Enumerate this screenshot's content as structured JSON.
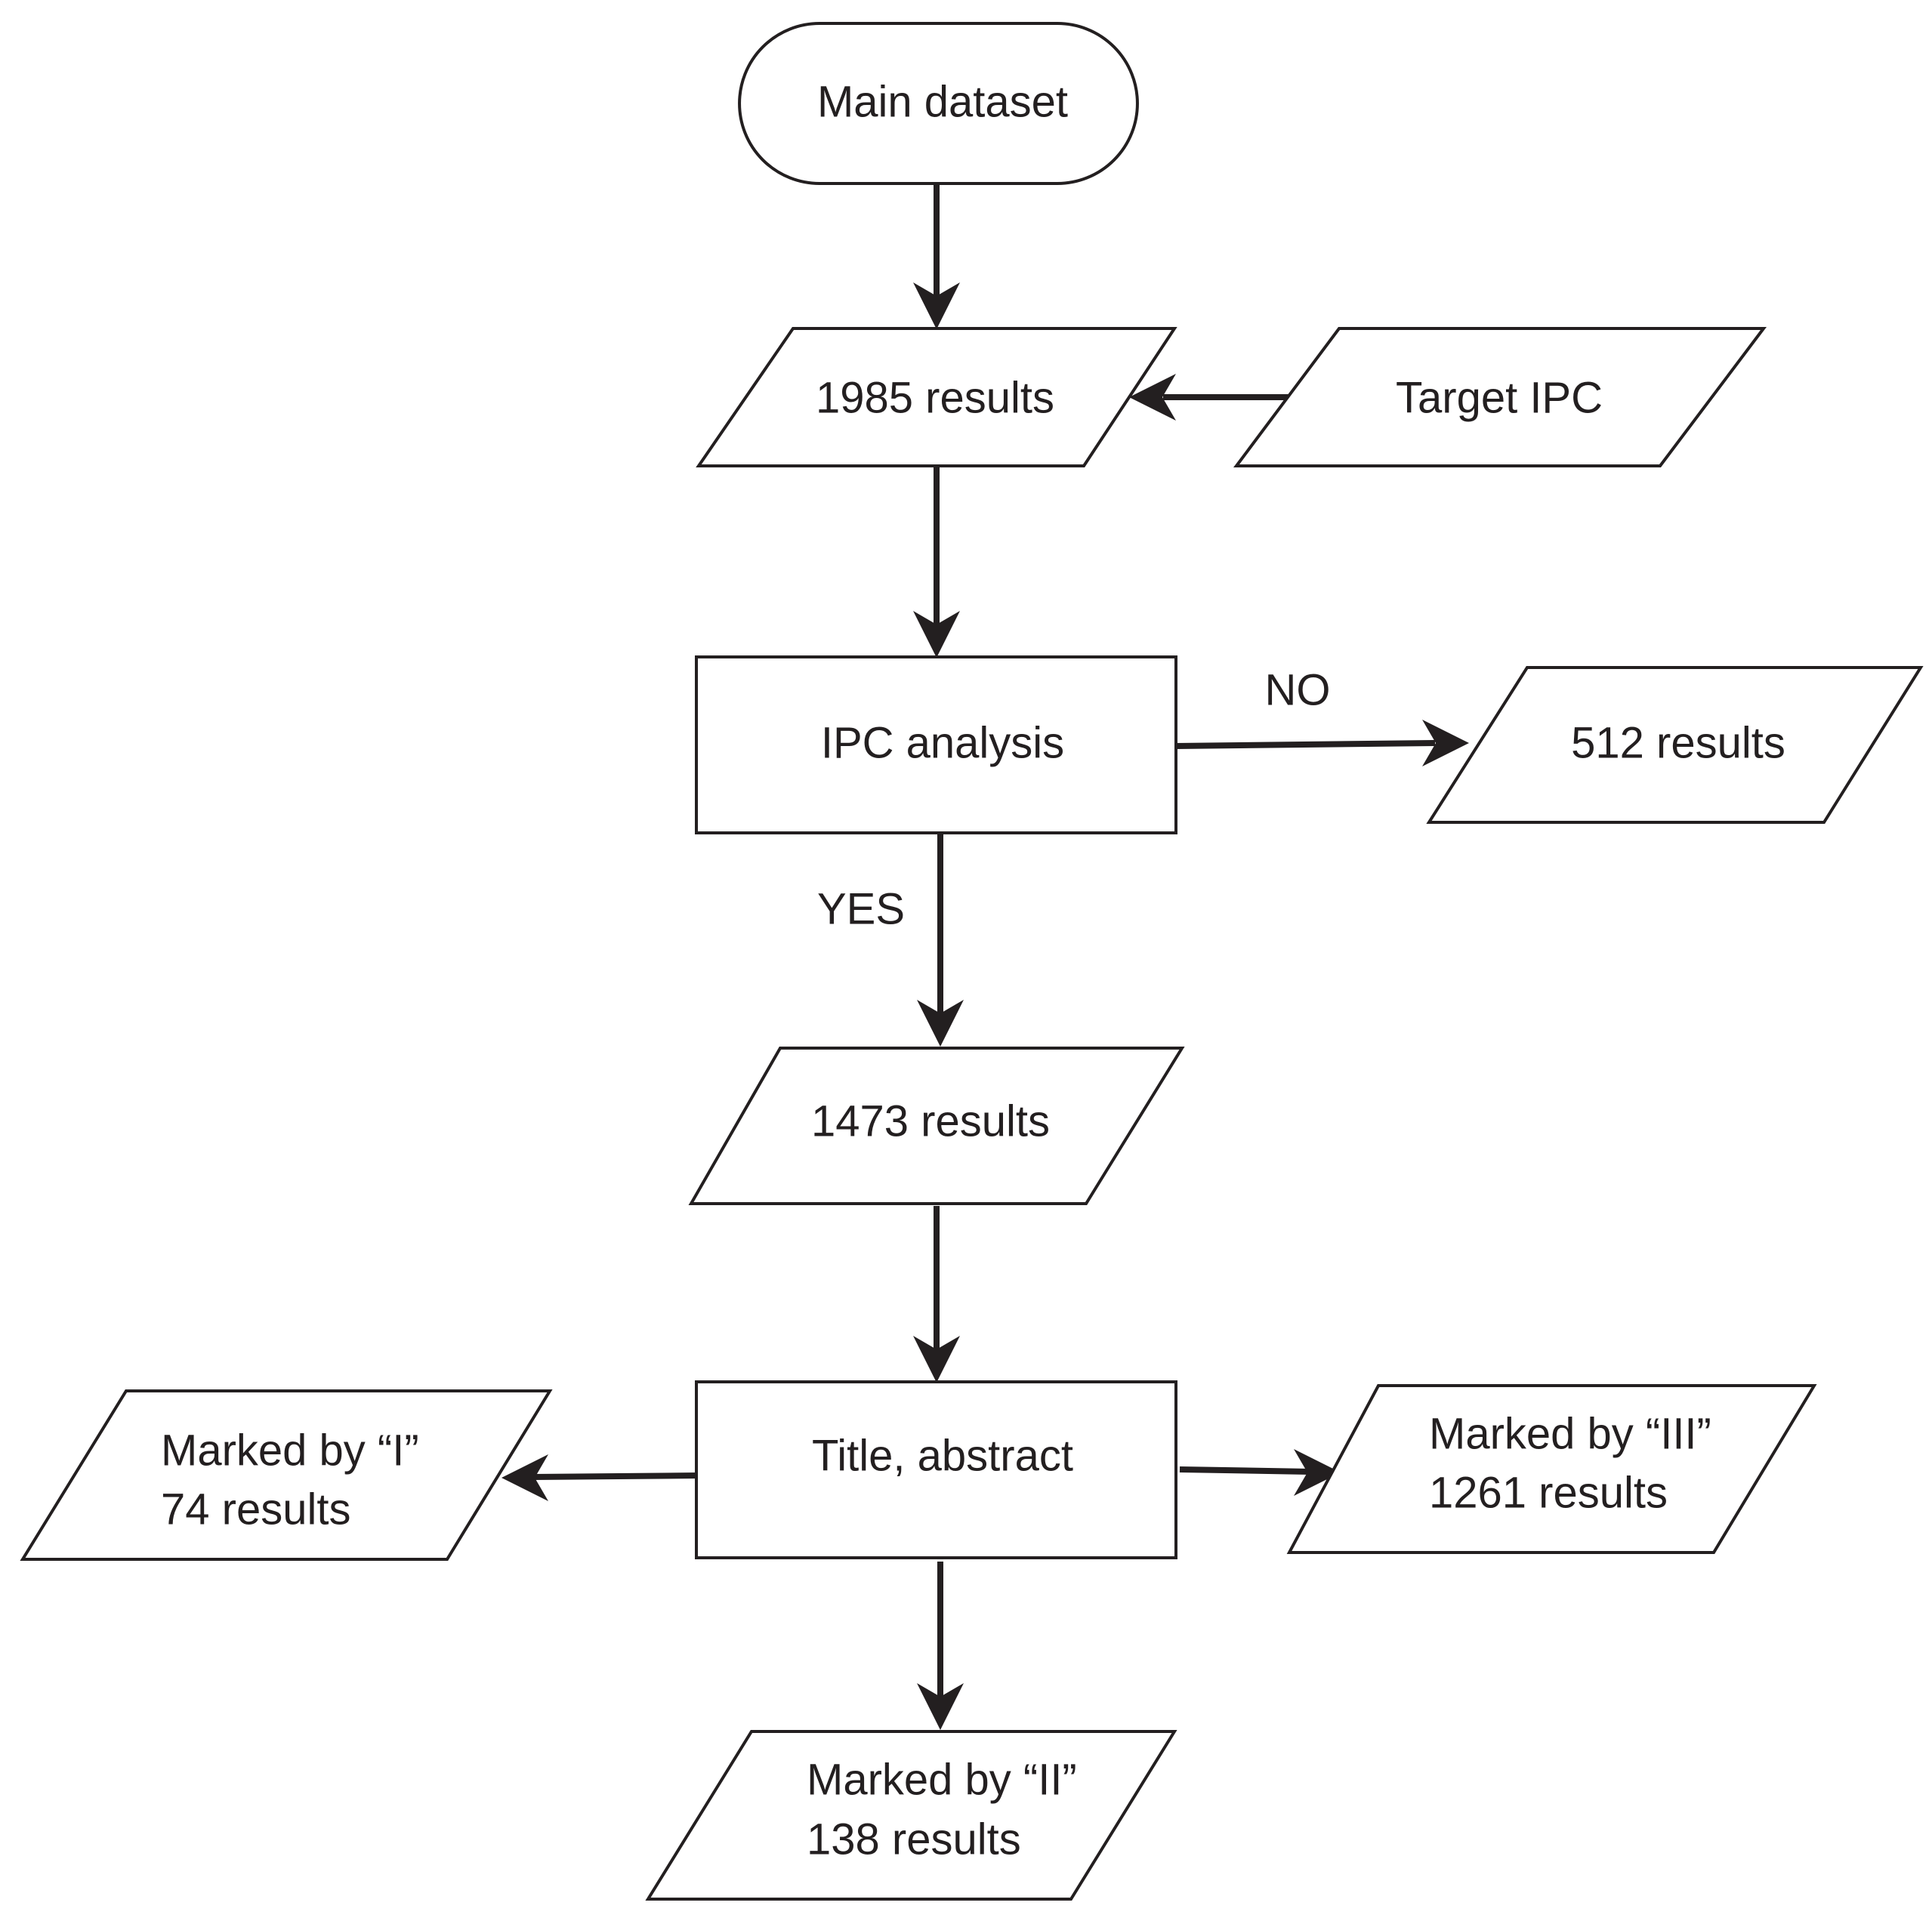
{
  "nodes": {
    "main_dataset": {
      "label": "Main dataset"
    },
    "results_1985": {
      "label": "1985 results"
    },
    "target_ipc": {
      "label": "Target IPC"
    },
    "ipc_analysis": {
      "label": "IPC analysis"
    },
    "results_512": {
      "label": "512 results"
    },
    "results_1473": {
      "label": "1473 results"
    },
    "title_abstract": {
      "label": "Title, abstract"
    },
    "marked_i": {
      "line1": "Marked by “I”",
      "line2": "74 results"
    },
    "marked_iii": {
      "line1": "Marked by “III”",
      "line2": "1261 results"
    },
    "marked_ii": {
      "line1": "Marked by “II”",
      "line2": "138 results"
    }
  },
  "edge_labels": {
    "no": "NO",
    "yes": "YES"
  },
  "colors": {
    "stroke": "#231f20",
    "fill": "#ffffff",
    "text": "#231f20"
  }
}
